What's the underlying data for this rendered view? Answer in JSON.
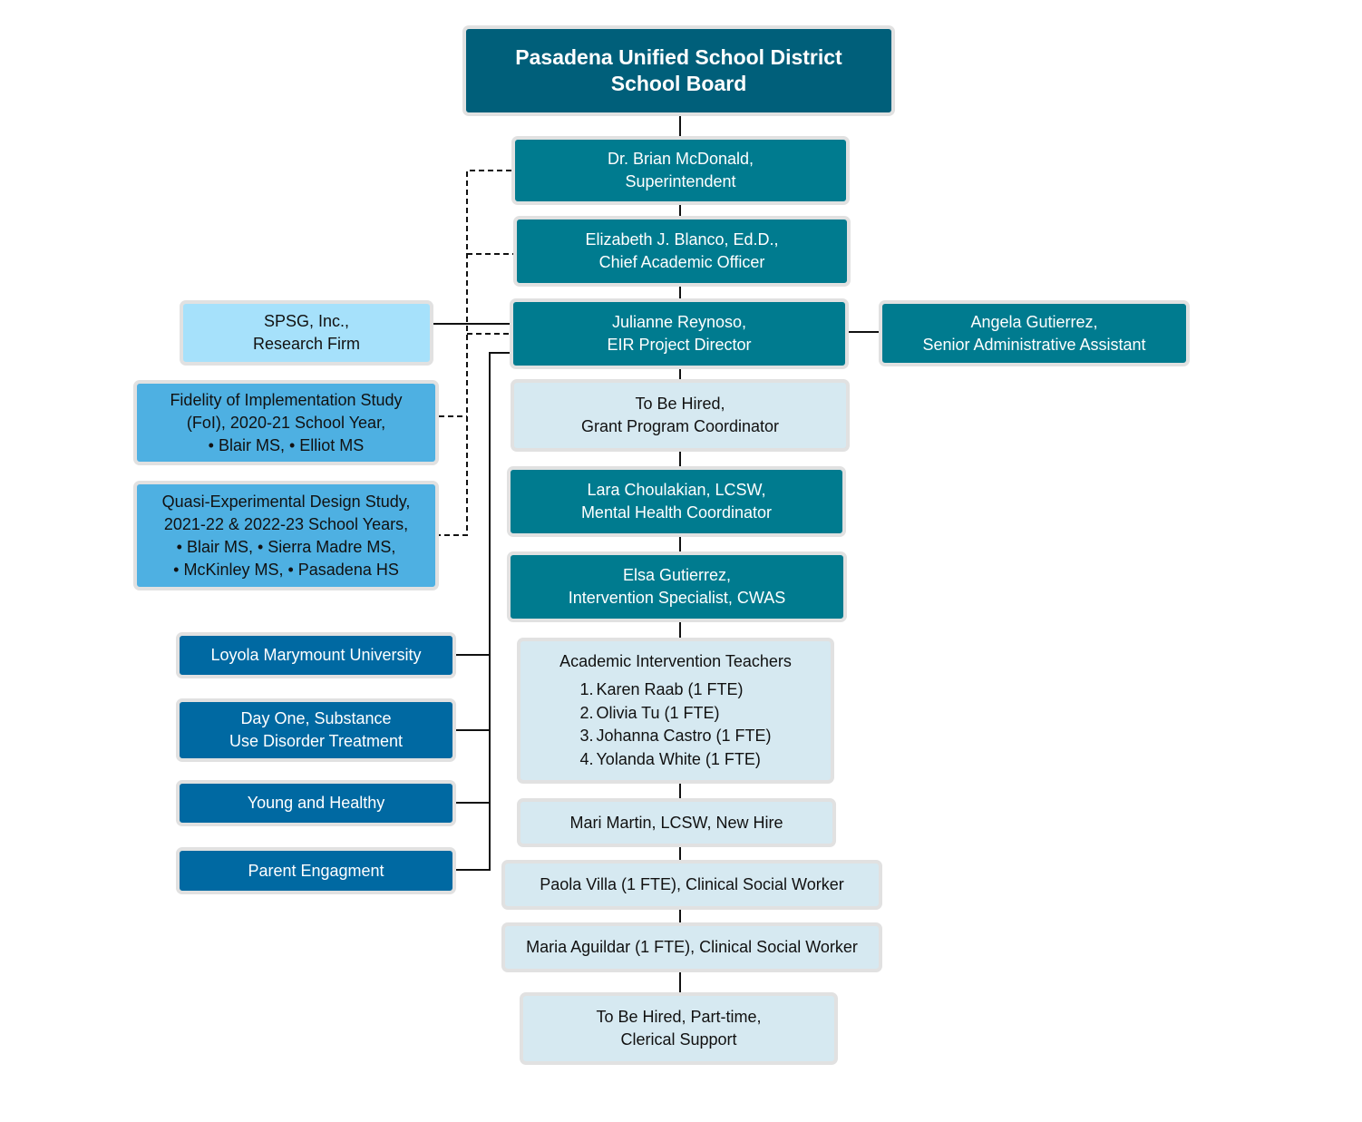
{
  "colors": {
    "board": "#005f7a",
    "staff_teal": "#007b8f",
    "staff_light": "#d6e9f1",
    "research_firm": "#a6e1fb",
    "study": "#4eb0e2",
    "partner": "#0069a2",
    "node_border": "#e1e1e1",
    "connector": "#111111"
  },
  "board": {
    "lines": [
      "Pasadena Unified School District",
      "School Board"
    ]
  },
  "chain": [
    {
      "id": "superintendent",
      "lines": [
        "Dr. Brian McDonald,",
        "Superintendent"
      ]
    },
    {
      "id": "cao",
      "lines": [
        "Elizabeth J. Blanco, Ed.D.,",
        "Chief Academic Officer"
      ]
    },
    {
      "id": "director",
      "lines": [
        "Julianne Reynoso,",
        "EIR Project Director"
      ]
    },
    {
      "id": "grant-coordinator",
      "lines": [
        "To Be Hired,",
        "Grant Program Coordinator"
      ]
    },
    {
      "id": "mental-health",
      "lines": [
        "Lara Choulakian, LCSW,",
        "Mental Health Coordinator"
      ]
    },
    {
      "id": "intervention-specialist",
      "lines": [
        "Elsa Gutierrez,",
        "Intervention Specialist, CWAS"
      ]
    }
  ],
  "teachers": {
    "title": "Academic Intervention Teachers",
    "items": [
      {
        "num": "1.",
        "name": "Karen Raab (1 FTE)"
      },
      {
        "num": "2.",
        "name": "Olivia Tu (1 FTE)"
      },
      {
        "num": "3.",
        "name": "Johanna Castro (1 FTE)"
      },
      {
        "num": "4.",
        "name": "Yolanda White (1 FTE)"
      }
    ]
  },
  "lower_chain": [
    {
      "id": "mari-martin",
      "lines": [
        "Mari Martin, LCSW, New Hire"
      ]
    },
    {
      "id": "paola-villa",
      "lines": [
        "Paola Villa (1 FTE), Clinical Social Worker"
      ]
    },
    {
      "id": "maria-aguildar",
      "lines": [
        "Maria Aguildar (1 FTE), Clinical Social Worker"
      ]
    },
    {
      "id": "clerical",
      "lines": [
        "To Be Hired, Part-time,",
        "Clerical Support"
      ]
    }
  ],
  "assistant": {
    "lines": [
      "Angela Gutierrez,",
      "Senior Administrative Assistant"
    ]
  },
  "research": {
    "firm": {
      "lines": [
        "SPSG, Inc.,",
        "Research Firm"
      ]
    },
    "studies": [
      {
        "id": "foi",
        "lines": [
          "Fidelity of Implementation Study",
          "(FoI), 2020-21 School Year,",
          "• Blair MS, • Elliot MS"
        ]
      },
      {
        "id": "qed",
        "lines": [
          "Quasi-Experimental Design Study,",
          "2021-22 & 2022-23 School Years,",
          "• Blair MS, • Sierra Madre MS,",
          "• McKinley MS, • Pasadena HS"
        ]
      }
    ]
  },
  "partners": [
    {
      "id": "lmu",
      "lines": [
        "Loyola Marymount University"
      ]
    },
    {
      "id": "day-one",
      "lines": [
        "Day One, Substance",
        "Use Disorder Treatment"
      ]
    },
    {
      "id": "young-healthy",
      "lines": [
        "Young and Healthy"
      ]
    },
    {
      "id": "parent-engagement",
      "lines": [
        "Parent Engagment"
      ]
    }
  ]
}
